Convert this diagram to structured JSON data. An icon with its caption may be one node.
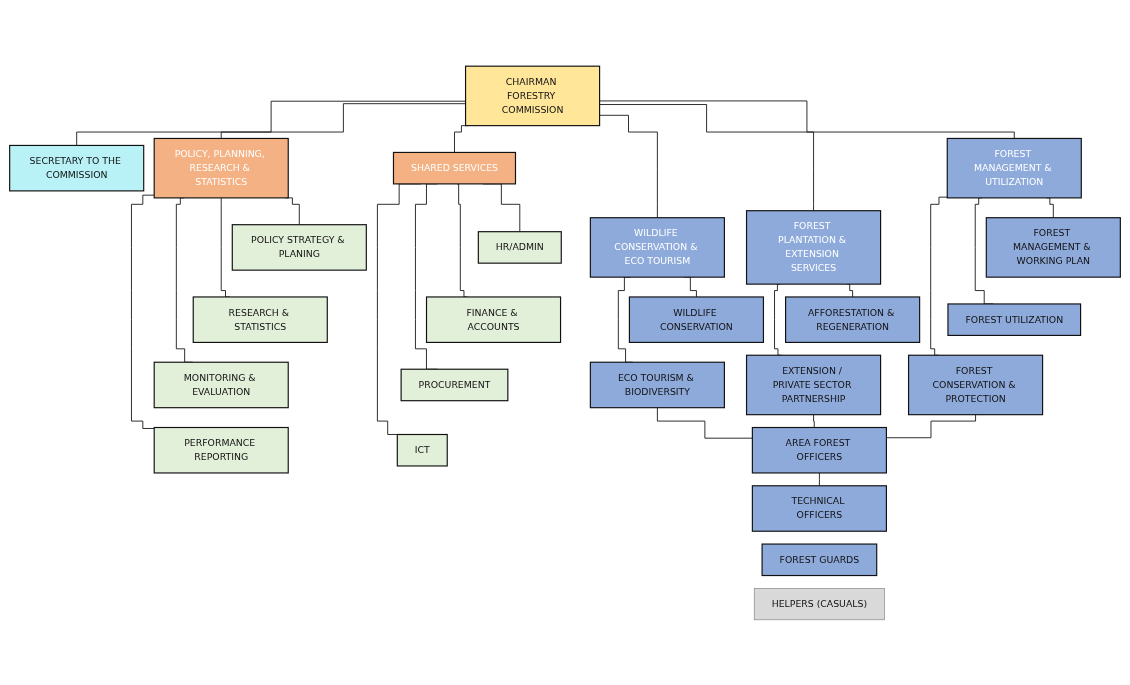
{
  "diagram": {
    "nodes": [
      {
        "text": [
          "CHAIRMAN FORESTRY COMMISSION"
        ]
      },
      {
        "text": [
          "SECRETARY TO THE COMMISSION"
        ]
      },
      {
        "text": [
          "POLICY, PLANNING, RESEARCH & STATISTICS"
        ]
      },
      {
        "text": [
          "WILDLIFE CONSERVATION & ECO TOURISM"
        ]
      },
      {
        "text": [
          "FOREST PLANTATION & EXTENSION SERVICES"
        ]
      },
      {
        "text": [
          "FOREST MANAGEMENT & UTILIZATION"
        ]
      },
      {
        "text": [
          "SHARED SERVICES"
        ]
      },
      {
        "text": [
          "POLICY STRATEGY & PLANING"
        ]
      },
      {
        "text": [
          "RESEARCH & STATISTICS"
        ]
      },
      {
        "text": [
          "MONITORING & EVALUATION"
        ]
      },
      {
        "text": [
          "PERFORMANCE REPORTING"
        ]
      },
      {
        "text": [
          "WILDLIFE CONSERVATION"
        ]
      },
      {
        "text": [
          "ECO TOURISM & BIODIVERSITY"
        ]
      },
      {
        "text": [
          "AFFORESTATION & REGENERATION"
        ]
      },
      {
        "text": [
          "EXTENSION / PRIVATE SECTOR PARTNERSHIP"
        ]
      },
      {
        "text": [
          "FOREST MANAGEMENT & WORKING PLAN"
        ]
      },
      {
        "text": [
          "FOREST UTILIZATION"
        ]
      },
      {
        "text": [
          "FOREST CONSERVATION & PROTECTION"
        ]
      },
      {
        "text": [
          "HR/ADMIN"
        ]
      },
      {
        "text": [
          "FINANCE & ACCOUNTS"
        ]
      },
      {
        "text": [
          "PROCUREMENT"
        ]
      },
      {
        "text": [
          "ICT"
        ]
      },
      {
        "text": [
          "AREA FOREST OFFICERS"
        ]
      },
      {
        "text": [
          "TECHNICAL OFFICERS"
        ]
      },
      {
        "text": [
          "FOREST GUARDS"
        ]
      },
      {
        "text": [
          "HELPERS (CASUALS)"
        ]
      }
    ],
    "edges": [
      {
        "from": 0,
        "to": 1,
        "arrow": "none"
      },
      {
        "from": 0,
        "to": 2,
        "arrow": "none"
      },
      {
        "from": 0,
        "to": 3,
        "arrow": "none"
      },
      {
        "from": 0,
        "to": 4,
        "arrow": "none"
      },
      {
        "from": 0,
        "to": 5,
        "arrow": "none"
      },
      {
        "from": 0,
        "to": 6,
        "arrow": "none"
      },
      {
        "from": 2,
        "to": 7,
        "arrow": "none"
      },
      {
        "from": 2,
        "to": 8,
        "arrow": "none"
      },
      {
        "from": 2,
        "to": 9,
        "arrow": "none"
      },
      {
        "from": 2,
        "to": 10,
        "arrow": "none"
      },
      {
        "from": 3,
        "to": 11,
        "arrow": "none"
      },
      {
        "from": 3,
        "to": 12,
        "arrow": "none"
      },
      {
        "from": 4,
        "to": 13,
        "arrow": "none"
      },
      {
        "from": 4,
        "to": 14,
        "arrow": "none"
      },
      {
        "from": 5,
        "to": 15,
        "arrow": "none"
      },
      {
        "from": 5,
        "to": 16,
        "arrow": "none"
      },
      {
        "from": 5,
        "to": 17,
        "arrow": "none"
      },
      {
        "from": 6,
        "to": 18,
        "arrow": "none"
      },
      {
        "from": 6,
        "to": 19,
        "arrow": "none"
      },
      {
        "from": 6,
        "to": 20,
        "arrow": "none"
      },
      {
        "from": 6,
        "to": 21,
        "arrow": "none"
      },
      {
        "from": 12,
        "to": 22,
        "arrow": "none"
      },
      {
        "from": 14,
        "to": 22,
        "arrow": "none"
      },
      {
        "from": 17,
        "to": 22,
        "arrow": "none"
      },
      {
        "from": 22,
        "to": 23,
        "arrow": "none"
      }
    ]
  }
}
